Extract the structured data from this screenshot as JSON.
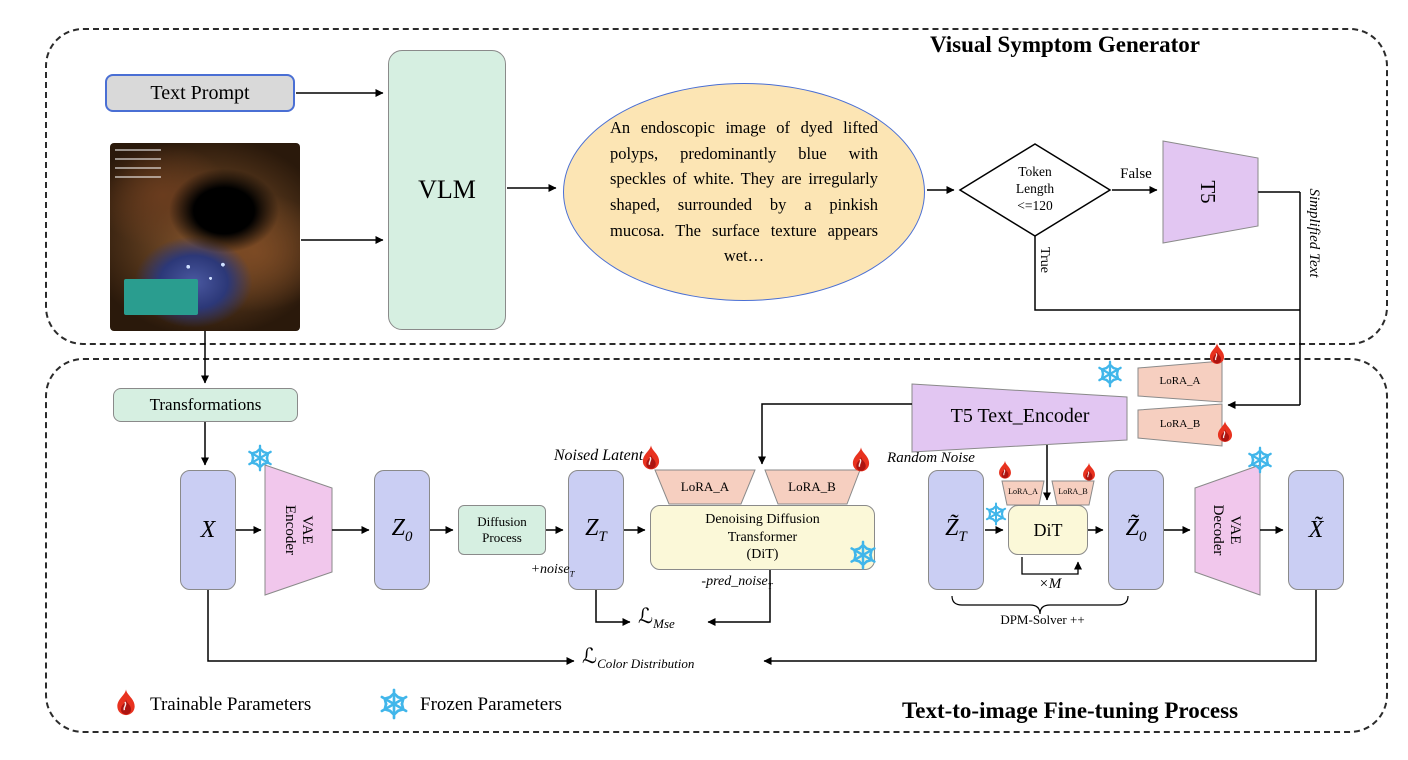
{
  "colors": {
    "mint": "#d6efe1",
    "lavender": "#cacef3",
    "purple": "#e2c6f2",
    "pink": "#f1c7ec",
    "salmon": "#f6cfc0",
    "yellow": "#fbf8d8",
    "ellipseFill": "#fce5b4",
    "blueBorder": "#4a6fd4",
    "grayFill": "#d9d9d9",
    "border": "#8a8a8a",
    "flameRed": "#e8321f",
    "flameDark": "#ad1410",
    "snowBlue": "#41b6ea"
  },
  "top": {
    "title": "Visual Symptom Generator",
    "text_prompt": "Text Prompt",
    "vlm": "VLM",
    "caption": "An endoscopic image of dyed lifted polyps, predominantly blue with speckles of white. They are irregularly shaped, surrounded by a pinkish mucosa. The surface texture appears wet…",
    "decision": {
      "line1": "Token",
      "line2": "Length",
      "line3": "<=120"
    },
    "false_label": "False",
    "true_label": "True",
    "t5": "T5",
    "simplified_text": "Simplified Text"
  },
  "bottom": {
    "title": "Text-to-image Fine-tuning Process",
    "transformations": "Transformations",
    "x_in": "X",
    "vae_encoder": {
      "line1": "VAE",
      "line2": "Encoder"
    },
    "z0": {
      "base": "Z",
      "sub": "0"
    },
    "diffusion_process": {
      "line1": "Diffusion",
      "line2": "Process"
    },
    "noised_latent": "Noised Latent",
    "zt": {
      "base": "Z",
      "sub": "T"
    },
    "plus_noise": {
      "base": "+noise",
      "sub": "T"
    },
    "lora_a": "LoRA_A",
    "lora_b": "LoRA_B",
    "ddt": {
      "line1": "Denoising Diffusion",
      "line2": "Transformer",
      "line3": "(DiT)"
    },
    "pred_noise": {
      "base": "-pred_noise",
      "sub": "T"
    },
    "l_mse": {
      "base": "ℒ",
      "sub": "Mse"
    },
    "random_noise": "Random Noise",
    "zt_tilde": {
      "base": "Z̃",
      "sub": "T"
    },
    "dit": "DiT",
    "xm": "×M",
    "z0_tilde": {
      "base": "Z̃",
      "sub": "0"
    },
    "dpm": "DPM-Solver ++",
    "vae_decoder": {
      "line1": "VAE",
      "line2": "Decoder"
    },
    "x_out": "X̃",
    "t5_text_encoder": "T5 Text_Encoder",
    "l_color": {
      "base": "ℒ",
      "sub": "Color Distribution"
    },
    "legend": {
      "trainable": "Trainable Parameters",
      "frozen": "Frozen Parameters"
    }
  }
}
